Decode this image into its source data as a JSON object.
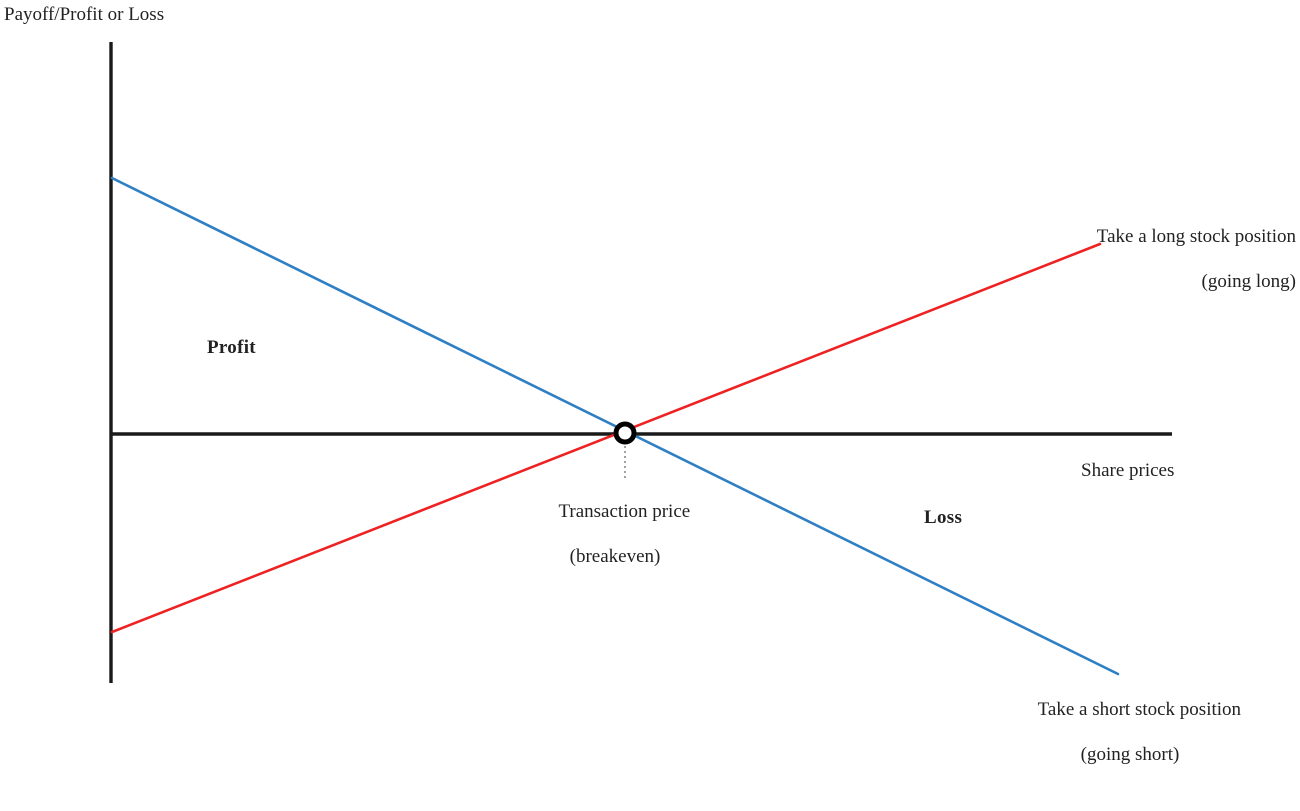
{
  "chart_data": {
    "type": "line",
    "title": "",
    "ylabel": "Payoff/Profit or Loss",
    "xlabel": "Share prices",
    "grid": false,
    "legend_position": "inline-annotations",
    "axes": {
      "x_axis_label": "Share prices",
      "y_axis_label": "Payoff/Profit or Loss",
      "x_tick_labels": [],
      "y_tick_labels": [],
      "origin_note": "Horizontal axis is the zero-payoff line; vertical axis is payoff."
    },
    "series": [
      {
        "name": "Take a long stock position (going long)",
        "color": "#ee2222",
        "slope": "positive",
        "points": [
          {
            "x": 112,
            "y": 632
          },
          {
            "x": 1100,
            "y": 244
          }
        ],
        "description": "Upward sloping payoff: loss below transaction price, profit above."
      },
      {
        "name": "Take a short stock position (going short)",
        "color": "#2e7fc4",
        "slope": "negative",
        "points": [
          {
            "x": 112,
            "y": 178
          },
          {
            "x": 1118,
            "y": 674
          }
        ],
        "description": "Downward sloping payoff: profit below transaction price, loss above."
      }
    ],
    "annotations": [
      {
        "name": "breakeven-point",
        "label": "Transaction price (breakeven)",
        "x": 625,
        "y": 433,
        "marker": "hollow-circle"
      },
      {
        "name": "profit-region",
        "label": "Profit",
        "x": 236,
        "y": 350
      },
      {
        "name": "loss-region",
        "label": "Loss",
        "x": 950,
        "y": 520
      }
    ]
  },
  "diagram": {
    "y_axis_title": "Payoff/Profit or Loss",
    "x_axis_title": "Share prices",
    "regions": {
      "profit": "Profit",
      "loss": "Loss"
    },
    "long_label": {
      "line1": "Take a long stock position",
      "line2": "(going long)"
    },
    "short_label": {
      "line1": "Take a short stock position",
      "line2": "(going short)"
    },
    "breakeven_label": {
      "line1": "Transaction price",
      "line2": "(breakeven)"
    },
    "colors": {
      "long_line": "#ee2222",
      "short_line": "#2e7fc4",
      "axis": "#1a1a1a",
      "marker_ring": "#000000",
      "marker_fill": "#ffffff",
      "leader_line": "#888888",
      "text": "#222222",
      "background": "#ffffff"
    }
  }
}
